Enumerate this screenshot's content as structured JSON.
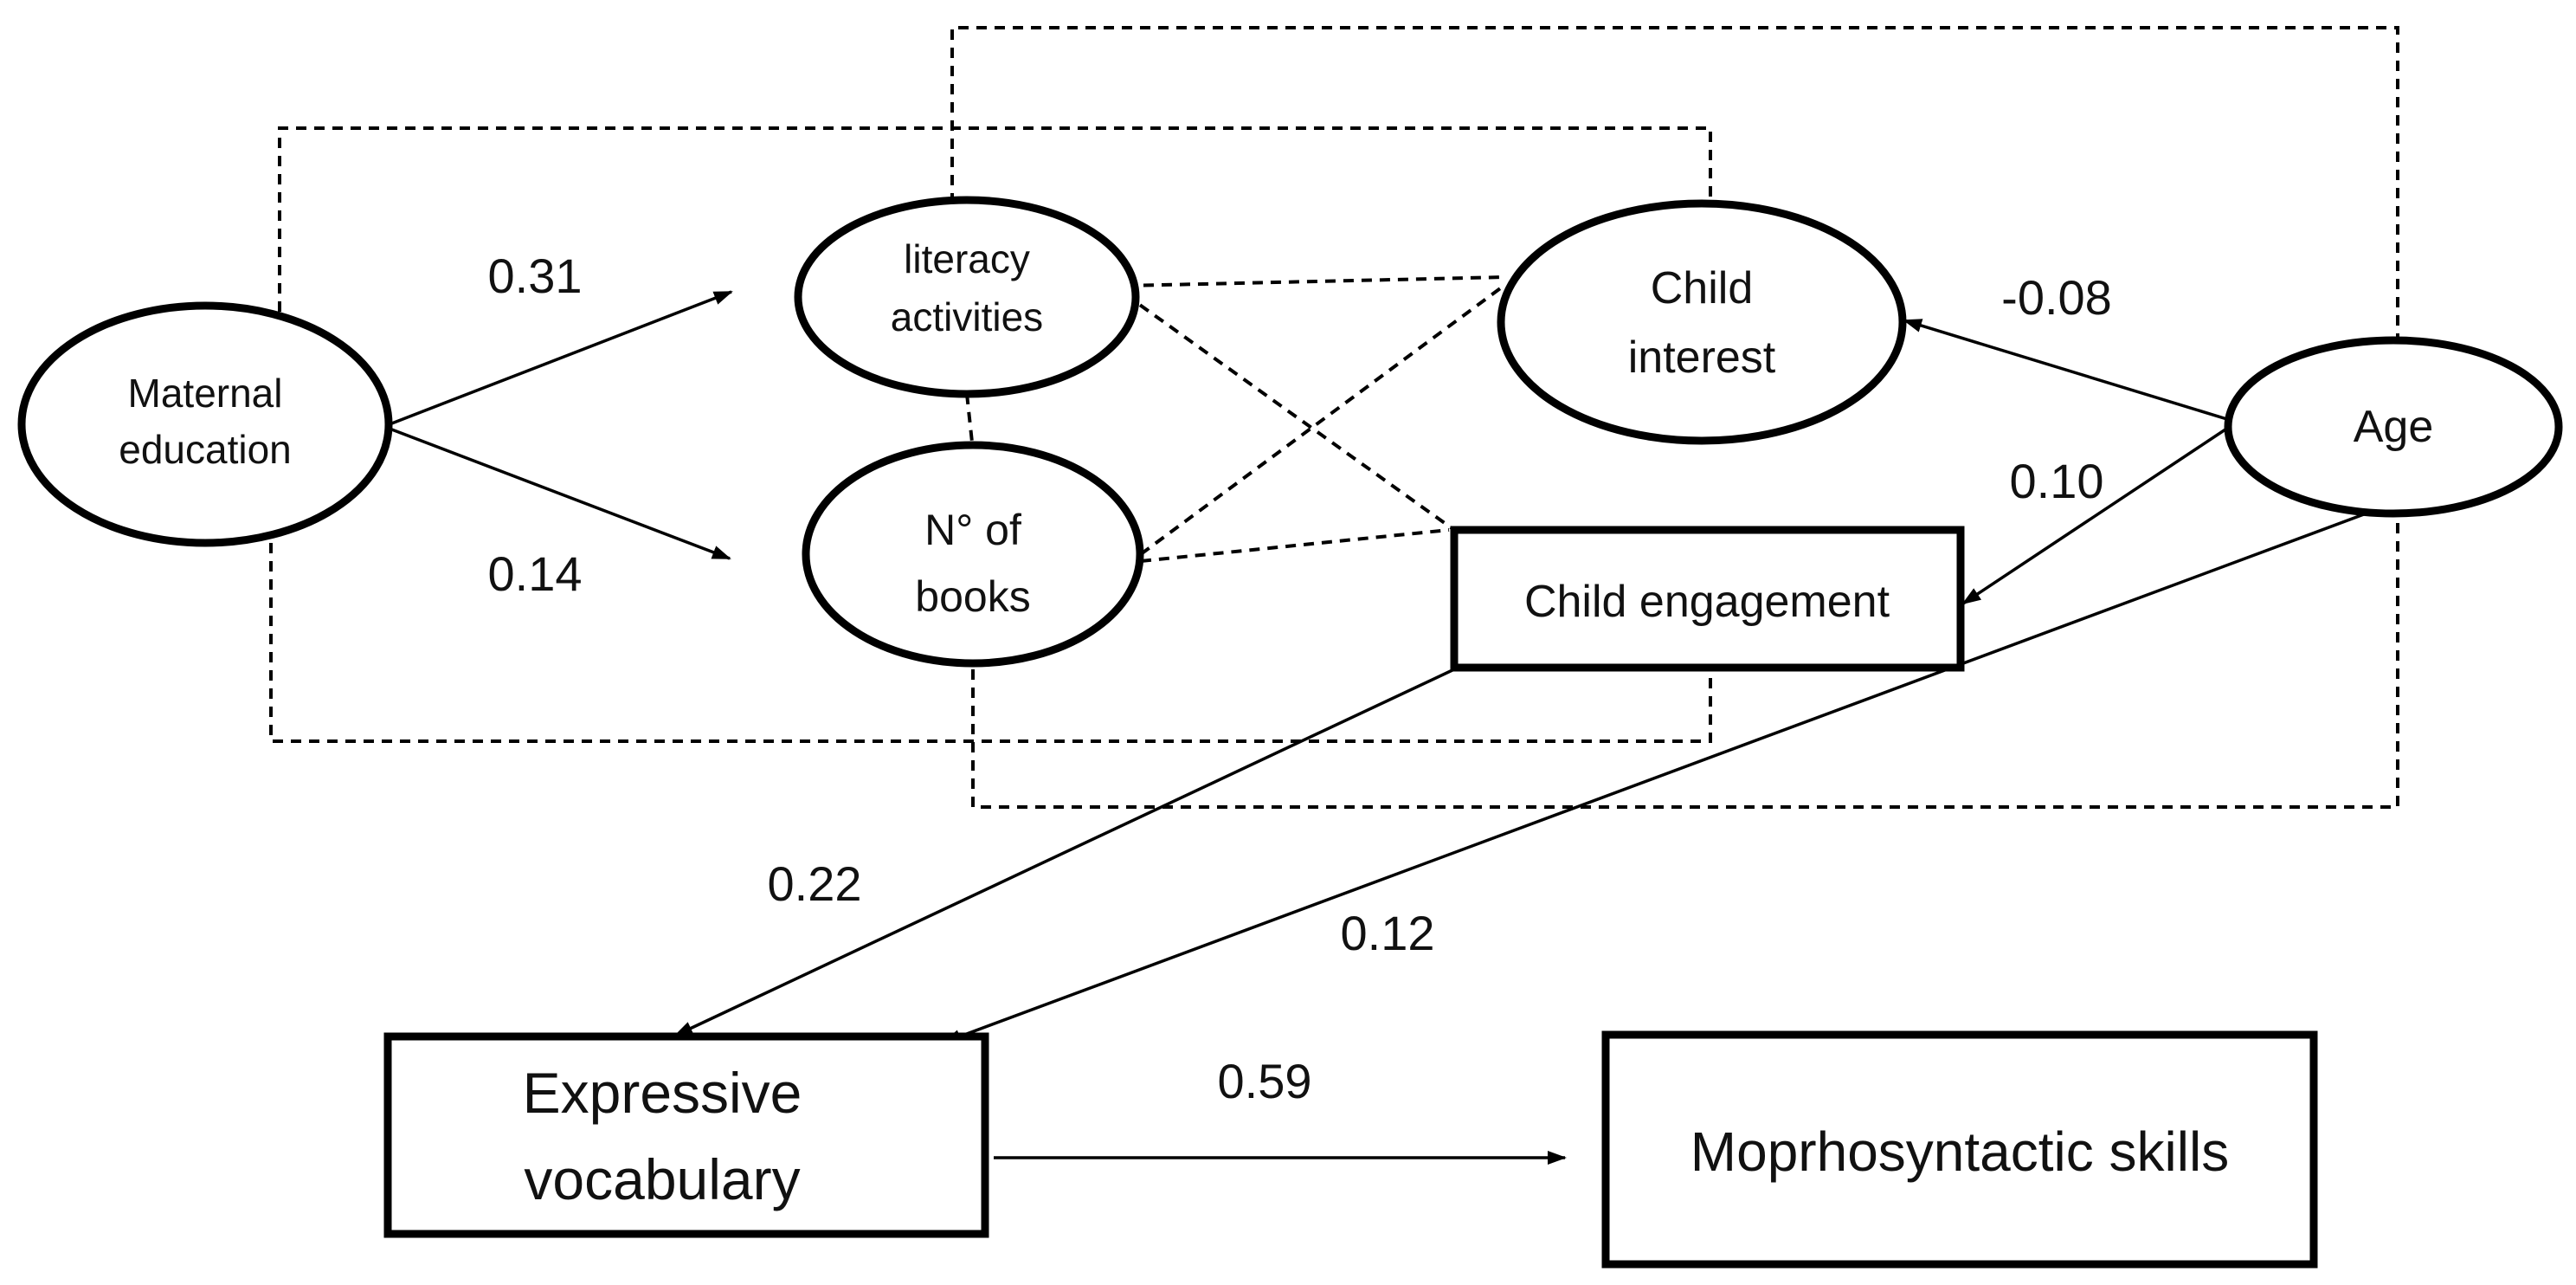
{
  "nodes": {
    "maternal_education": {
      "line1": "Maternal",
      "line2": "education"
    },
    "literacy_activities": {
      "line1": "literacy",
      "line2": "activities"
    },
    "books": {
      "line1": "N° of",
      "line2": "books"
    },
    "child_interest": {
      "line1": "Child",
      "line2": "interest"
    },
    "age": {
      "label": "Age"
    },
    "child_engagement": {
      "label": "Child engagement"
    },
    "expressive_vocabulary": {
      "line1": "Expressive",
      "line2": "vocabulary"
    },
    "morphosyntactic_skills": {
      "label": "Moprhosyntactic skills"
    }
  },
  "paths": [
    {
      "from": "maternal_education",
      "to": "literacy_activities",
      "coefficient": "0.31"
    },
    {
      "from": "maternal_education",
      "to": "books",
      "coefficient": "0.14"
    },
    {
      "from": "age",
      "to": "child_interest",
      "coefficient": "-0.08"
    },
    {
      "from": "age",
      "to": "child_engagement",
      "coefficient": "0.10"
    },
    {
      "from": "child_engagement",
      "to": "expressive_vocabulary",
      "coefficient": "0.22"
    },
    {
      "from": "age",
      "to": "expressive_vocabulary",
      "coefficient": "0.12"
    },
    {
      "from": "expressive_vocabulary",
      "to": "morphosyntactic_skills",
      "coefficient": "0.59"
    }
  ],
  "colors": {
    "stroke": "#000000",
    "background": "#ffffff",
    "text": "#111111"
  }
}
